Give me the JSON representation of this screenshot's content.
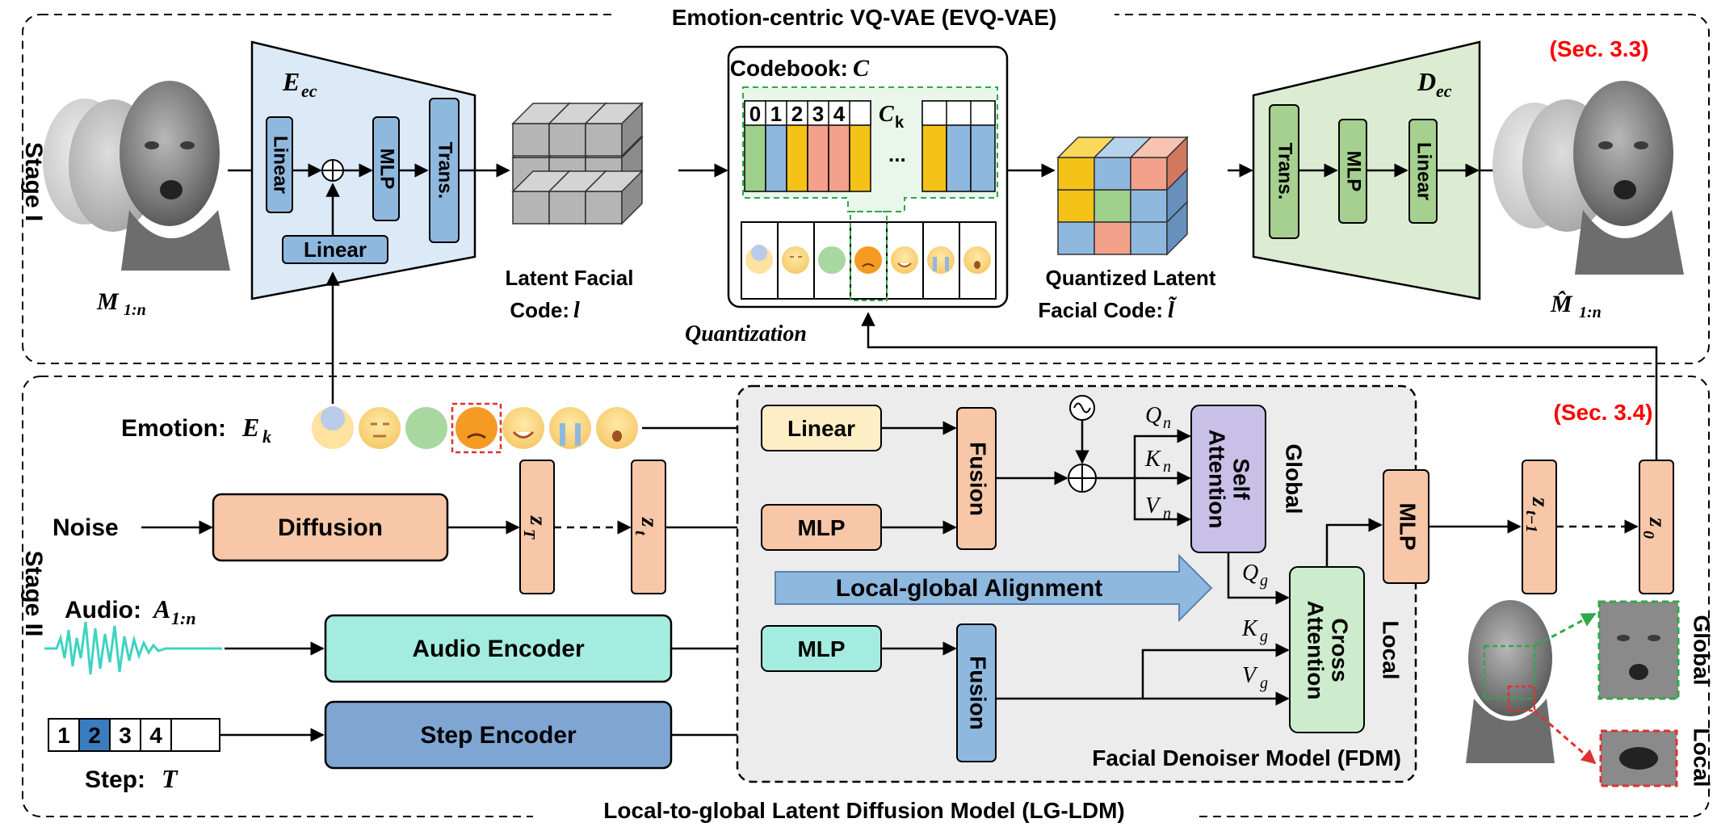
{
  "stage1": {
    "title": "Emotion-centric VQ-VAE (EVQ-VAE)",
    "side_label": "Stage I",
    "section": "(Sec. 3.3)",
    "input_label": "M",
    "input_sub": "1:n",
    "encoder": {
      "name": "E",
      "sub": "ec",
      "blocks": [
        "Linear",
        "MLP",
        "Trans."
      ],
      "linear_bottom": "Linear"
    },
    "latent_label_1": "Latent Facial",
    "latent_label_2": "Code: ",
    "latent_symbol": "l",
    "codebook_title": "Codebook: ",
    "codebook_symbol": "C",
    "codebook_indices": [
      "0",
      "1",
      "2",
      "3",
      "4"
    ],
    "codebook_entry": "C",
    "codebook_entry_sub": "k",
    "codebook_ellipsis": "...",
    "quantization_label": "Quantization",
    "quantized_label_1": "Quantized Latent",
    "quantized_label_2": "Facial Code: ",
    "quantized_symbol": "l̃",
    "decoder": {
      "name": "D",
      "sub": "ec",
      "blocks": [
        "Trans.",
        "MLP",
        "Linear"
      ]
    },
    "output_label": "M̂",
    "output_sub": "1:n"
  },
  "stage2": {
    "title": "Local-to-global  Latent Diffusion Model (LG-LDM)",
    "side_label": "Stage II",
    "section": "(Sec. 3.4)",
    "emotion_label": "Emotion: ",
    "emotion_symbol": "E",
    "emotion_sub": "k",
    "noise_label": "Noise",
    "diffusion_label": "Diffusion",
    "zT": "z",
    "zT_sub": "T",
    "zt": "z",
    "zt_sub": "t",
    "ztm1": "z",
    "ztm1_sub": "t−1",
    "z0": "z",
    "z0_sub": "0",
    "audio_label": "Audio: ",
    "audio_symbol": "A",
    "audio_sub": "1:n",
    "audio_encoder": "Audio Encoder",
    "step_boxes": [
      "1",
      "2",
      "3",
      "4"
    ],
    "step_label": "Step: ",
    "step_symbol": "T",
    "step_encoder": "Step Encoder",
    "fdm": {
      "linear": "Linear",
      "mlp1": "MLP",
      "mlp2": "MLP",
      "fusion1": "Fusion",
      "fusion2": "Fusion",
      "self_attention_1": "Self",
      "self_attention_2": "Attention",
      "cross_attention_1": "Cross",
      "cross_attention_2": "Attention",
      "global": "Global",
      "local": "Local",
      "Qn": "Q",
      "Qn_sub": "n",
      "Kn": "K",
      "Kn_sub": "n",
      "Vn": "V",
      "Vn_sub": "n",
      "Qg": "Q",
      "Qg_sub": "g",
      "Kg": "K",
      "Kg_sub": "g",
      "Vg": "V",
      "Vg_sub": "g",
      "alignment": "Local-global Alignment",
      "title": "Facial Denoiser Model (FDM)",
      "mlp_out": "MLP"
    },
    "right_global": "Global",
    "right_local": "Local"
  },
  "colors": {
    "encoder_fill": "#dce9f6",
    "block_blue": "#8fb8df",
    "decoder_fill": "#dcecd2",
    "block_green": "#a5d08f",
    "orange_block": "#f7c7a8",
    "teal_block": "#a5ece0",
    "steel_block": "#7fa6d3",
    "yellow_block": "#fdeec6",
    "purple_block": "#c8c0e6",
    "mint_block": "#cdeccd",
    "fdm_bg": "#ececec",
    "red_text": "#ff0000",
    "green_dash": "#2ea84a",
    "red_dash": "#e03030"
  }
}
